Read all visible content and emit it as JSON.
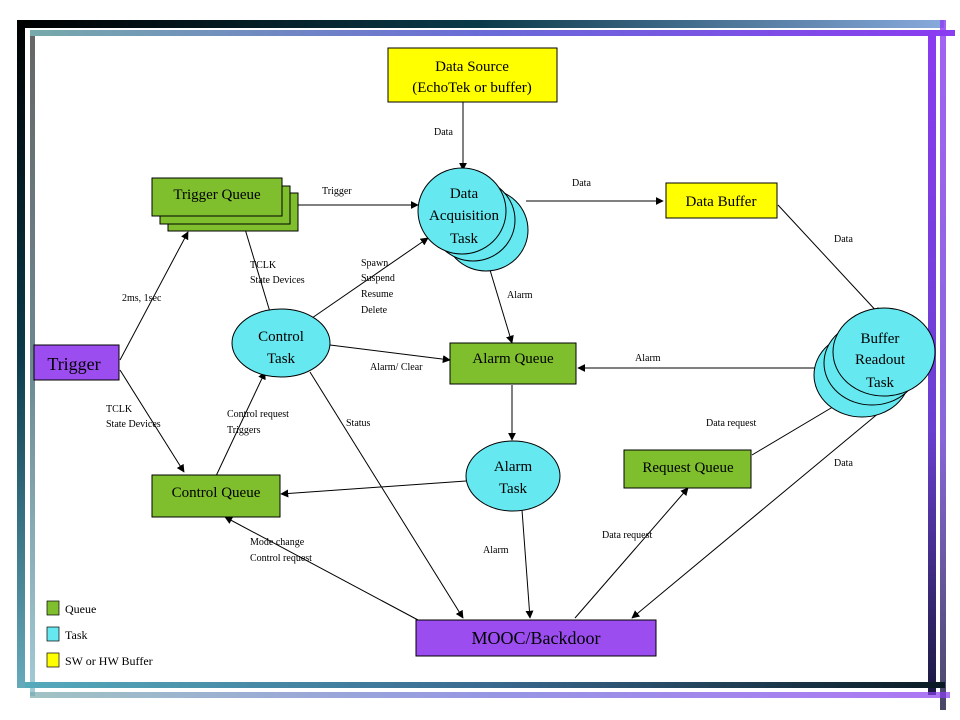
{
  "nodes": {
    "data_source": {
      "line1": "Data Source",
      "line2": "(EchoTek or buffer)"
    },
    "trigger_queue": {
      "label": "Trigger Queue"
    },
    "data_acq": {
      "line1": "Data",
      "line2": "Acquisition",
      "line3": "Task"
    },
    "data_buffer": {
      "label": "Data Buffer"
    },
    "buffer_readout": {
      "line1": "Buffer",
      "line2": "Readout",
      "line3": "Task"
    },
    "trigger": {
      "label": "Trigger"
    },
    "control_task": {
      "line1": "Control",
      "line2": "Task"
    },
    "alarm_queue": {
      "label": "Alarm Queue"
    },
    "alarm_task": {
      "line1": "Alarm",
      "line2": "Task"
    },
    "request_queue": {
      "label": "Request Queue"
    },
    "control_queue": {
      "label": "Control Queue"
    },
    "mooc": {
      "label": "MOOC/Backdoor"
    }
  },
  "edges": {
    "data_src": "Data",
    "trigger": "Trigger",
    "data_to_buffer": "Data",
    "data_buffer_readout": "Data",
    "tclk_top1": "TCLK",
    "tclk_top2": "State Devices",
    "spawn1": "Spawn",
    "spawn2": "Suspend",
    "spawn3": "Resume",
    "spawn4": "Delete",
    "alarm_acq": "Alarm",
    "freq": "2ms, 1sec",
    "alarm_clear": "Alarm/ Clear",
    "alarm_readout": "Alarm",
    "tclk_bot1": "TCLK",
    "tclk_bot2": "State Devices",
    "ctrl_req1": "Control request",
    "ctrl_req2": "Triggers",
    "status": "Status",
    "data_request_readout": "Data request",
    "data_readout_mooc": "Data",
    "mode1": "Mode change",
    "mode2": "Control request",
    "alarm_task_mooc": "Alarm",
    "data_request_mooc": "Data request"
  },
  "legend": {
    "queue": "Queue",
    "task": "Task",
    "buffer": "SW or HW Buffer"
  },
  "colors": {
    "queue": "#7fbf2e",
    "task": "#66e8f0",
    "buffer": "#ffff00",
    "mooc": "#9b4df0",
    "frame_dark": "#0a1a22",
    "frame_purple": "#8a3cf0"
  }
}
